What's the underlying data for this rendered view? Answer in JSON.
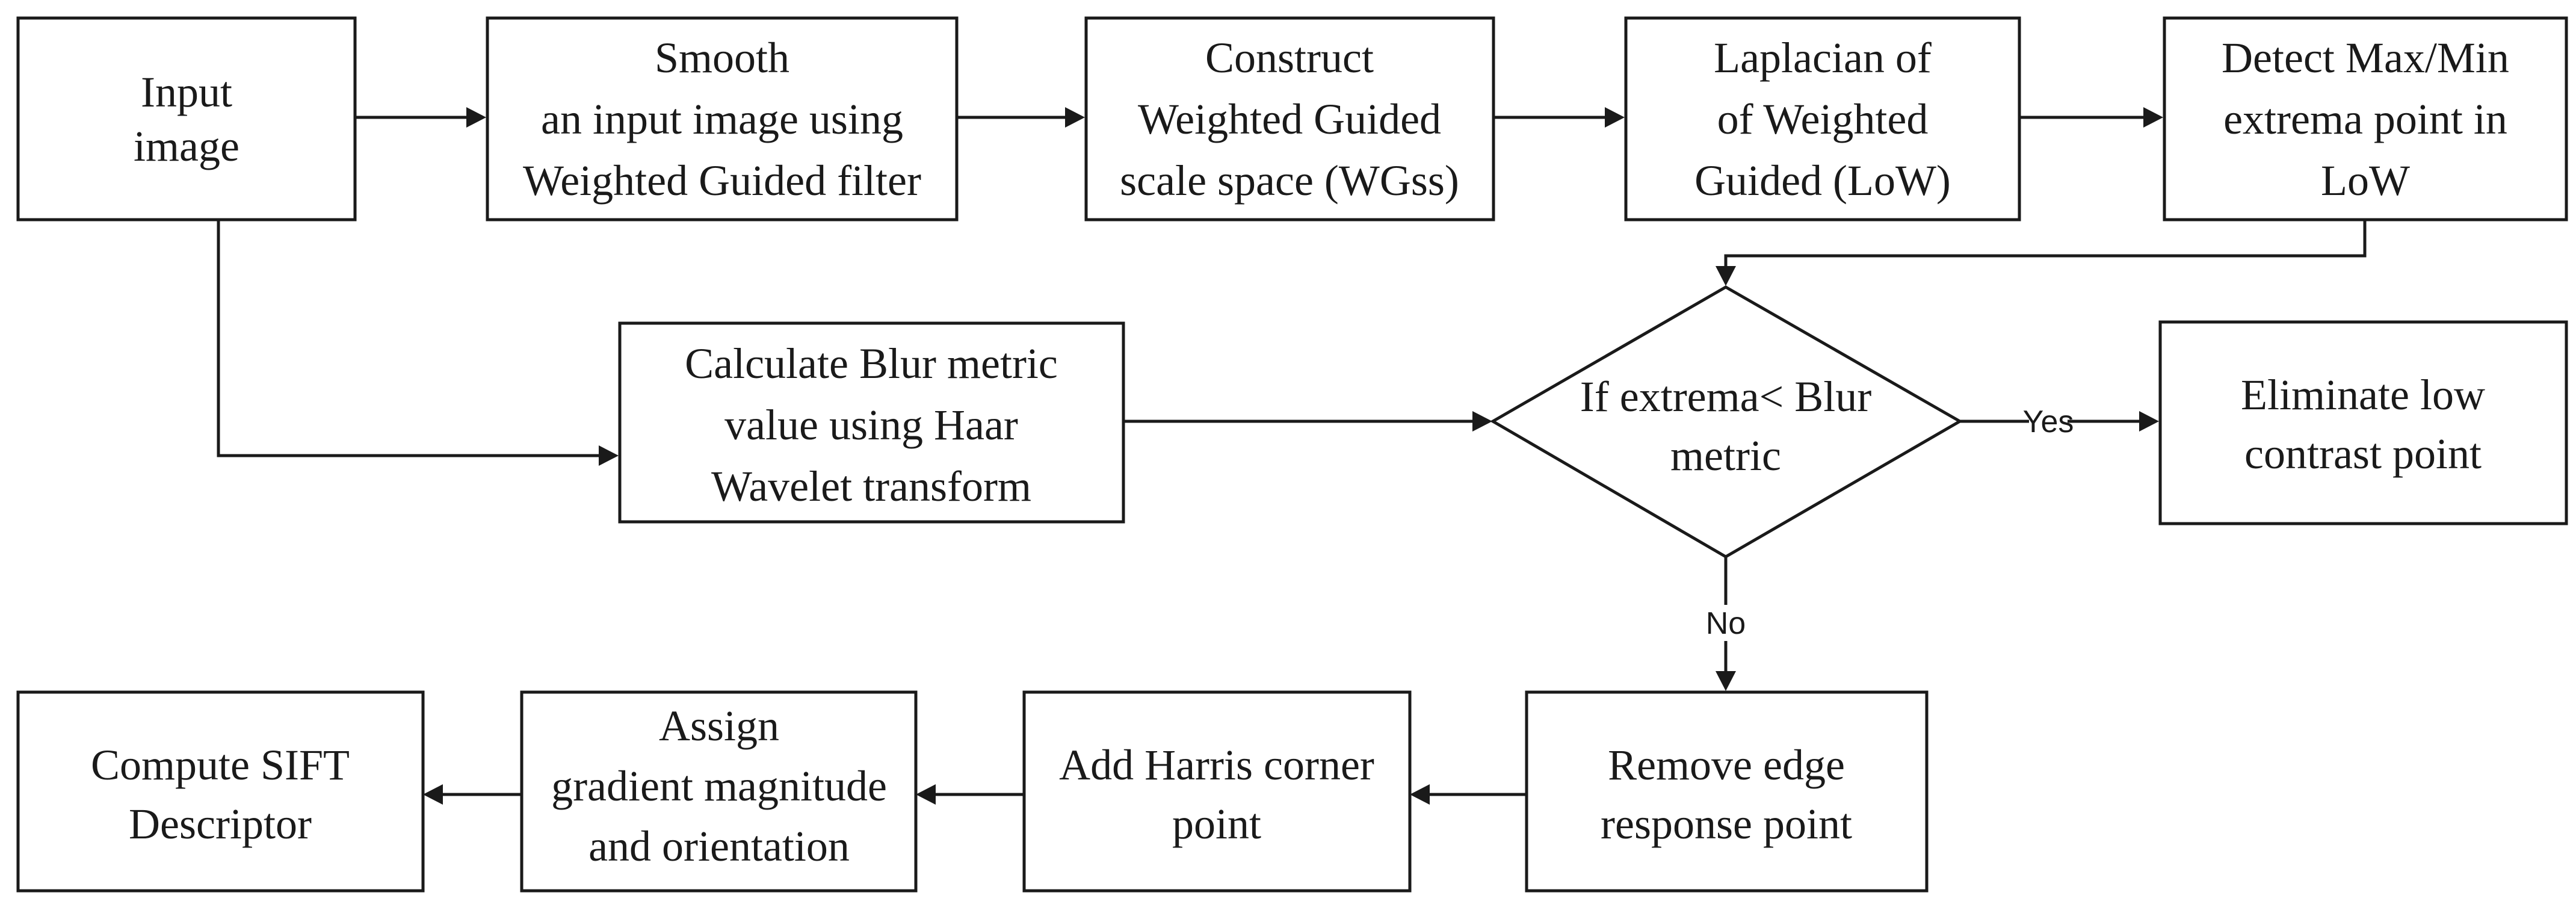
{
  "diagram": {
    "nodes": {
      "input": [
        "Input",
        "image"
      ],
      "smooth": [
        "Smooth",
        "an input image using",
        "Weighted Guided filter"
      ],
      "construct": [
        "Construct",
        "Weighted Guided",
        "scale space (WGss)"
      ],
      "laplacian": [
        "Laplacian of",
        "of Weighted",
        "Guided (LoW)"
      ],
      "detect": [
        "Detect Max/Min",
        "extrema point in",
        "LoW"
      ],
      "blur": [
        "Calculate Blur metric",
        "value using Haar",
        "Wavelet transform"
      ],
      "decision": [
        "If extrema< Blur",
        "metric"
      ],
      "eliminate": [
        "Eliminate low",
        "contrast point"
      ],
      "remove": [
        "Remove edge",
        "response point"
      ],
      "harris": [
        "Add Harris corner",
        "point"
      ],
      "assign": [
        "Assign",
        "gradient magnitude",
        "and orientation"
      ],
      "sift": [
        "Compute SIFT",
        "Descriptor"
      ]
    },
    "edge_labels": {
      "yes": "Yes",
      "no": "No"
    }
  }
}
